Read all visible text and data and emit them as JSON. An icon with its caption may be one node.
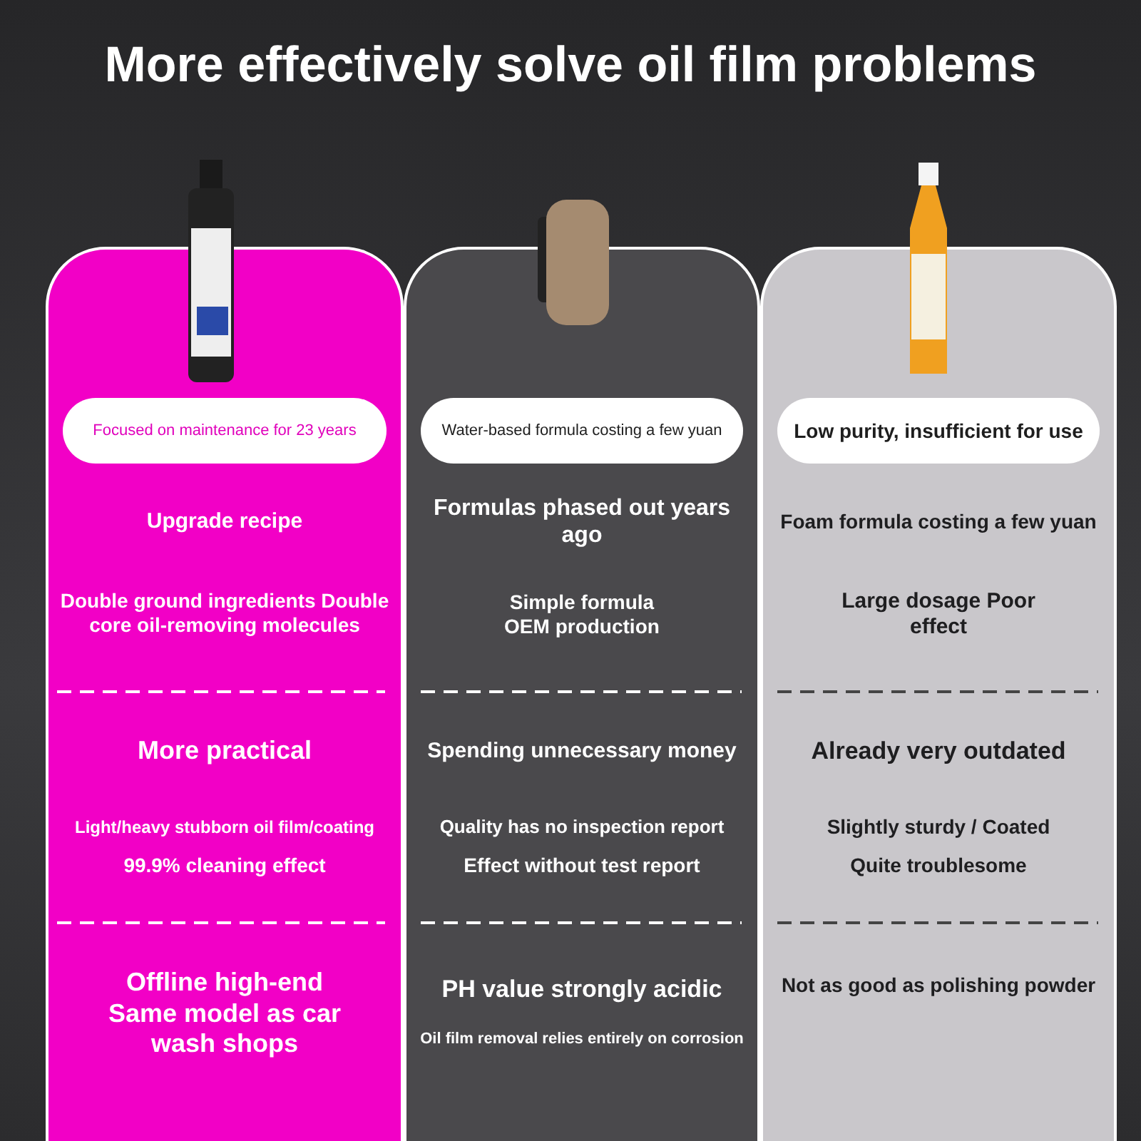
{
  "diagram": {
    "title": "More effectively solve oil film problems",
    "nodes": [
      {
        "text": [
          "Upgrade recipe",
          "Double ground ingredients Double core oil-removing molecules",
          "More practical",
          "Light/heavy stubborn oil film/coating",
          "99.9% cleaning effect",
          "Offline high-end Same model as car wash shops"
        ]
      },
      {
        "text": [
          "Focused on maintenance for 23 years"
        ],
        "in": 0
      },
      {
        "text": [
          "Formulas phased out years ago",
          "Simple formula OEM production",
          "Spending unnecessary money",
          "Quality has no inspection report",
          "Effect without test report",
          "PH value strongly acidic",
          "Oil film removal relies entirely on corrosion"
        ]
      },
      {
        "text": [
          "Water-based formula costing a few yuan"
        ],
        "in": 2
      },
      {
        "text": [
          "Foam formula costing a few yuan",
          "Large dosage Poor effect",
          "Already very outdated",
          "Slightly sturdy / Coated",
          "Quite troublesome",
          "Not as good as polishing powder"
        ]
      },
      {
        "text": [
          "Low purity, insufficient for use"
        ],
        "in": 4
      }
    ]
  }
}
